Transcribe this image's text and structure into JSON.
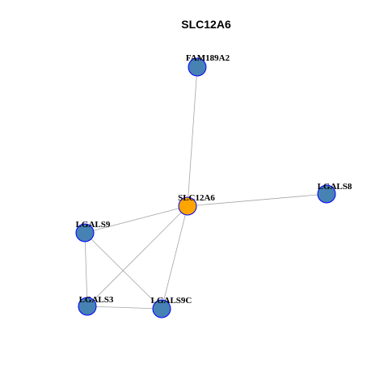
{
  "title": "SLC12A6",
  "colors": {
    "center_node": "#FFA500",
    "neighbor_node": "#4682B4",
    "node_border": "#0000FF",
    "edge": "#A6A6A6"
  },
  "nodes": [
    {
      "id": "SLC12A6",
      "label": "SLC12A6",
      "role": "center"
    },
    {
      "id": "FAM189A2",
      "label": "FAM189A2",
      "role": "neighbor"
    },
    {
      "id": "LGALS8",
      "label": "LGALS8",
      "role": "neighbor"
    },
    {
      "id": "LGALS9",
      "label": "LGALS9",
      "role": "neighbor"
    },
    {
      "id": "LGALS3",
      "label": "LGALS3",
      "role": "neighbor"
    },
    {
      "id": "LGALS9C",
      "label": "LGALS9C",
      "role": "neighbor"
    }
  ],
  "edges": [
    {
      "source": "SLC12A6",
      "target": "FAM189A2"
    },
    {
      "source": "SLC12A6",
      "target": "LGALS8"
    },
    {
      "source": "SLC12A6",
      "target": "LGALS9"
    },
    {
      "source": "SLC12A6",
      "target": "LGALS3"
    },
    {
      "source": "SLC12A6",
      "target": "LGALS9C"
    },
    {
      "source": "LGALS9",
      "target": "LGALS3"
    },
    {
      "source": "LGALS9",
      "target": "LGALS9C"
    },
    {
      "source": "LGALS3",
      "target": "LGALS9C"
    }
  ]
}
